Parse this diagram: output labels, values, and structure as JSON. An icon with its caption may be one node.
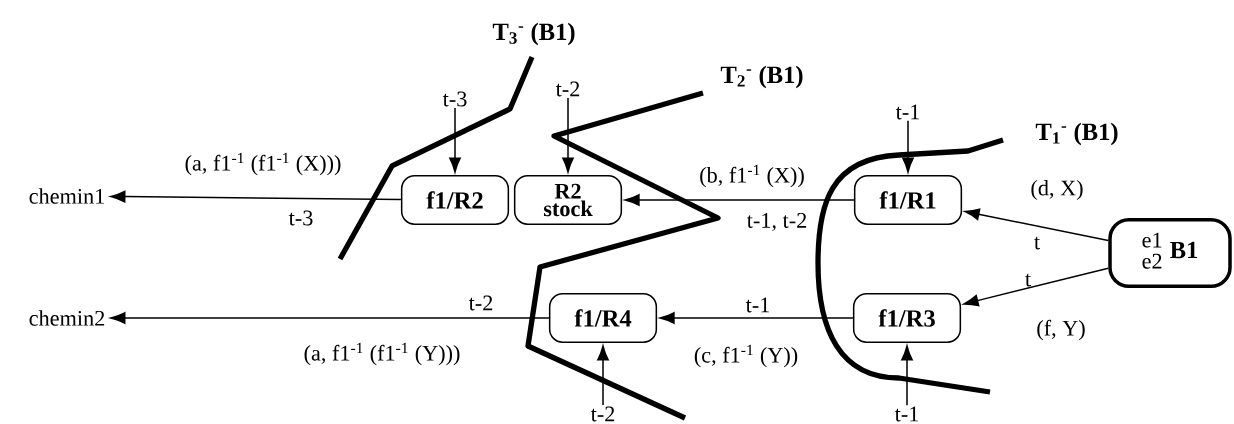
{
  "diagram": {
    "nodes": [
      {
        "text": [
          "chemin1"
        ]
      },
      {
        "text": [
          "chemin2"
        ]
      },
      {
        "text": [
          "f1/R2"
        ]
      },
      {
        "text": [
          "R2 stock"
        ]
      },
      {
        "text": [
          "f1/R4"
        ]
      },
      {
        "text": [
          "f1/R1"
        ]
      },
      {
        "text": [
          "f1/R3"
        ]
      },
      {
        "text": [
          "e1",
          "e2",
          "B1"
        ]
      },
      {
        "text": [
          "t-3"
        ]
      },
      {
        "text": [
          "t-2"
        ]
      },
      {
        "text": [
          "t-1"
        ]
      },
      {
        "text": [
          "t-1"
        ]
      },
      {
        "text": [
          "t-2"
        ]
      }
    ],
    "edges": [
      {
        "from": 2,
        "to": 0,
        "arrow": "to",
        "label": "(a, f1$^{-1}$ (f1$^{-1}$ (X)))"
      },
      {
        "from": 5,
        "to": 3,
        "arrow": "to",
        "label": "(b, f1$^{-1}$ (X))"
      },
      {
        "from": 7,
        "to": 5,
        "arrow": "to",
        "label": "(d, X)"
      },
      {
        "from": 7,
        "to": 6,
        "arrow": "to",
        "label": "(f, Y)"
      },
      {
        "from": 6,
        "to": 4,
        "arrow": "to",
        "label": "(c, f1$^{-1}$ (Y))"
      },
      {
        "from": 4,
        "to": 1,
        "arrow": "to",
        "label": "(a, f1$^{-1}$ (f1$^{-1}$ (Y)))"
      },
      {
        "from": 8,
        "to": 2,
        "arrow": "to"
      },
      {
        "from": 9,
        "to": 3,
        "arrow": "to"
      },
      {
        "from": 10,
        "to": 5,
        "arrow": "to"
      },
      {
        "from": 11,
        "to": 6,
        "arrow": "to"
      },
      {
        "from": 12,
        "to": 4,
        "arrow": "to"
      }
    ],
    "labels": [
      "T$_{3}$$^{-}$ (B1)",
      "T$_{2}$$^{-}$ (B1)",
      "T$_{1}$$^{-}$ (B1)",
      "t-3",
      "t-1, t-2",
      "t",
      "t",
      "t-1",
      "t-2"
    ]
  }
}
